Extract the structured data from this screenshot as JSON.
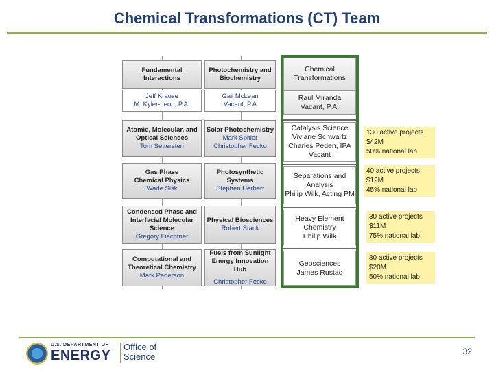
{
  "title": "Chemical Transformations (CT) Team",
  "left_col": [
    {
      "head": [
        "Fundamental",
        "Interactions"
      ],
      "names": [
        "Jeff Krause",
        "M. Kyler-Leon, P.A."
      ]
    },
    {
      "head": [
        "Atomic, Molecular, and",
        "Optical Sciences"
      ],
      "names": [
        "Tom Settersten"
      ]
    },
    {
      "head": [
        "Gas Phase",
        "Chemical Physics"
      ],
      "names": [
        "Wade Sisk"
      ]
    },
    {
      "head": [
        "Condensed Phase and",
        "Interfacial Molecular",
        "Science"
      ],
      "names": [
        "Gregory Fiechtner"
      ]
    },
    {
      "head": [
        "Computational and",
        "Theoretical Chemistry"
      ],
      "names": [
        "Mark Pederson"
      ]
    }
  ],
  "mid_col": [
    {
      "head": [
        "Photochemistry and",
        "Biochemistry"
      ],
      "names": [
        "Gail McLean",
        "Vacant, P.A"
      ]
    },
    {
      "head": [
        "Solar Photochemistry"
      ],
      "names": [
        "Mark Spitler",
        "Christopher Fecko"
      ]
    },
    {
      "head": [
        "Photosynthetic Systems"
      ],
      "names": [
        "Stephen Herbert"
      ]
    },
    {
      "head": [
        "Physical Biosciences"
      ],
      "names": [
        "Robert Stack"
      ]
    },
    {
      "head": [
        "Fuels from Sunlight",
        "Energy Innovation Hub"
      ],
      "names": [
        "Christopher Fecko"
      ]
    }
  ],
  "ct_col": {
    "header": [
      "Chemical",
      "Transformations"
    ],
    "leads": [
      "Raul Miranda",
      "Vacant, P.A."
    ],
    "programs": [
      [
        "Catalysis Science",
        "Viviane Schwartz",
        "Charles Peden, IPA",
        "Vacant"
      ],
      [
        "Separations and",
        "Analysis",
        "Philip Wilk, Acting PM"
      ],
      [
        "Heavy Element",
        "Chemistry",
        "Philip Wilk"
      ],
      [
        "Geosciences",
        "James Rustad"
      ]
    ]
  },
  "stats": [
    [
      "130 active projects",
      "$42M",
      "50% national lab"
    ],
    [
      "40 active projects",
      "$12M",
      "45% national lab"
    ],
    [
      "30 active projects",
      "$11M",
      "75% national lab"
    ],
    [
      "80 active projects",
      "$20M",
      "50% national lab"
    ]
  ],
  "footer": {
    "dept": "U.S. DEPARTMENT OF",
    "energy": "ENERGY",
    "office": [
      "Office of",
      "Science"
    ],
    "page": "32"
  }
}
